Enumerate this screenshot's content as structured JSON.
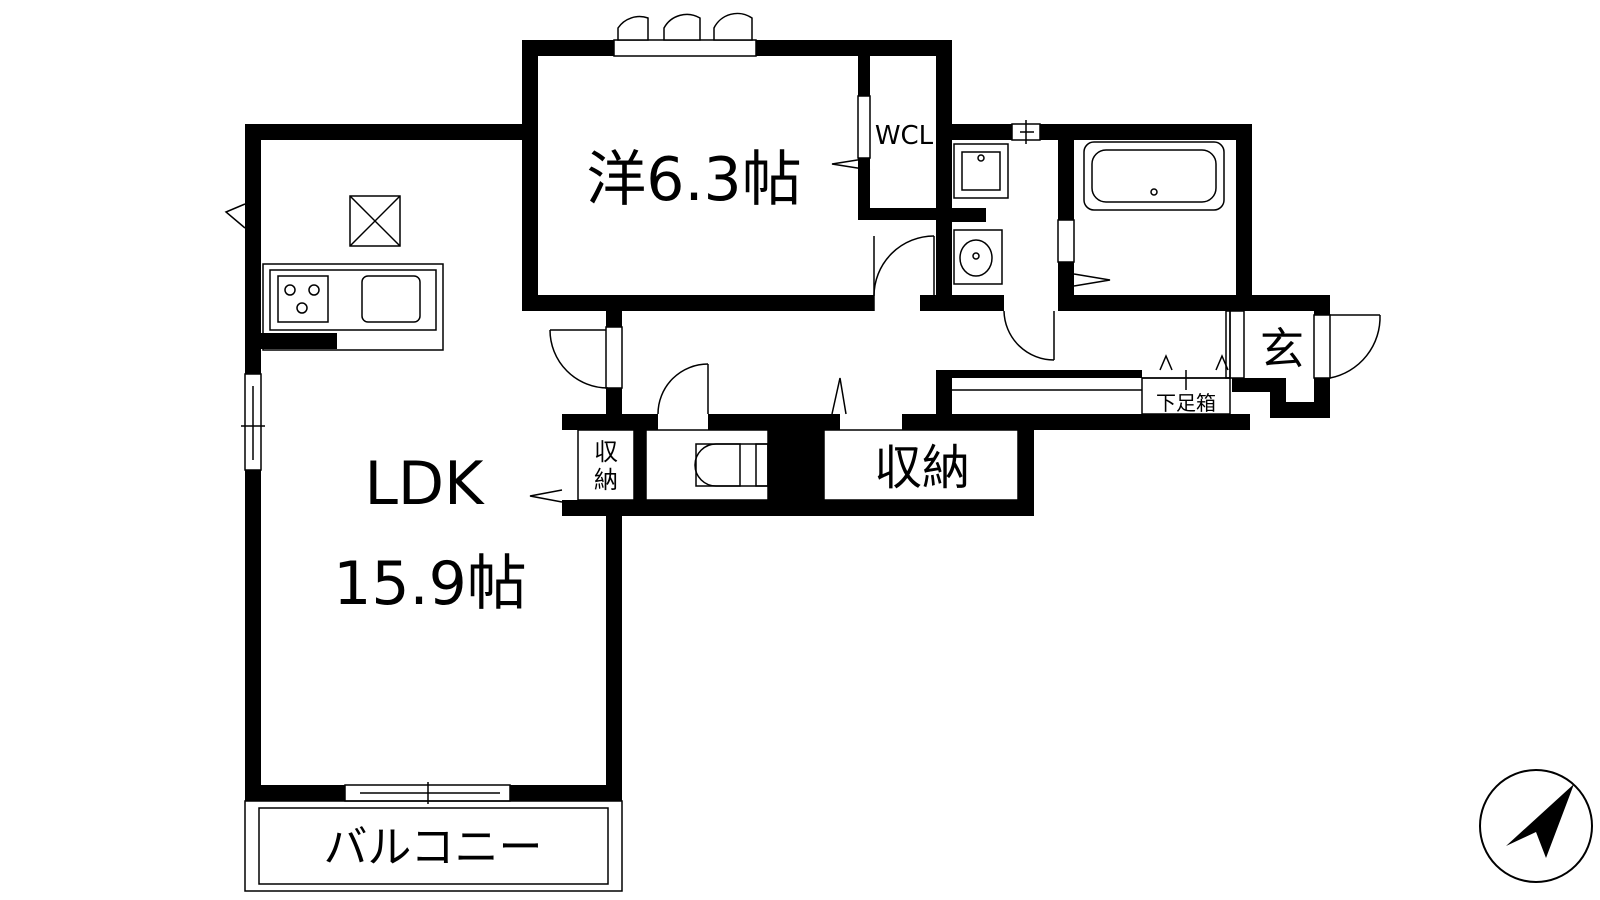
{
  "rooms": {
    "ldk_name": "LDK",
    "ldk_size": "15.9帖",
    "western_room": "洋6.3帖",
    "walk_in_closet": "WCL",
    "storage_main": "収納",
    "storage_small_line1": "収",
    "storage_small_line2": "納",
    "entrance": "玄",
    "shoe_box": "下足箱",
    "balcony": "バルコニー"
  }
}
